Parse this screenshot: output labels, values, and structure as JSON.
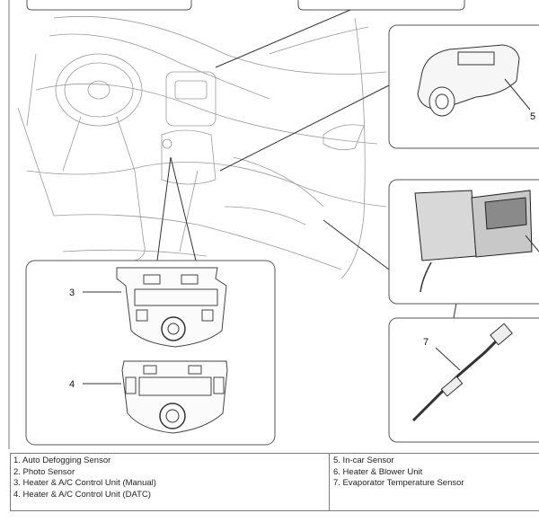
{
  "callouts": {
    "c3": "3",
    "c4": "4",
    "c5": "5",
    "c7": "7"
  },
  "legend": {
    "left": [
      "1. Auto Defogging Sensor",
      "2. Photo Sensor",
      "3. Heater & A/C Control Unit (Manual)",
      "4. Heater & A/C Control Unit (DATC)"
    ],
    "right": [
      "5. In-car Sensor",
      "6. Heater & Blower Unit",
      "7. Evaporator Temperature Sensor"
    ]
  }
}
